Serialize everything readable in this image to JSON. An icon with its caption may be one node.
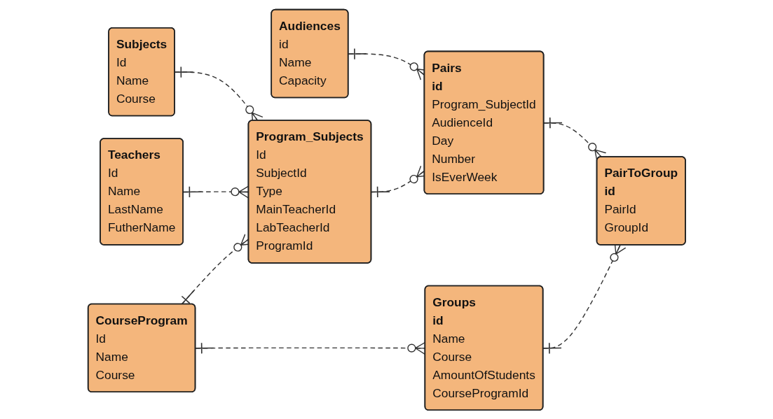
{
  "diagram": {
    "nodes": [
      {
        "text": [
          "Audiences",
          "id",
          "Name",
          "Capacity"
        ]
      },
      {
        "text": [
          "Pairs",
          "id",
          "Program_SubjectId",
          "AudienceId",
          "Day",
          "Number",
          "IsEverWeek"
        ]
      },
      {
        "text": [
          "PairToGroup",
          "id",
          "PairId",
          "GroupId"
        ]
      },
      {
        "text": [
          "Groups",
          "id",
          "Name",
          "Course",
          "AmountOfStudents",
          "CourseProgramId"
        ]
      },
      {
        "text": [
          "Subjects",
          "Id",
          "Name",
          "Course"
        ]
      },
      {
        "text": [
          "Program_Subjects",
          "Id",
          "SubjectId",
          "Type",
          "MainTeacherId",
          "LabTeacherId",
          "ProgramId"
        ]
      },
      {
        "text": [
          "CourseProgram",
          "Id",
          "Name",
          "Course"
        ]
      },
      {
        "text": [
          "Teachers",
          "Id",
          "Name",
          "LastName",
          "FutherName"
        ]
      }
    ],
    "edges": [
      {
        "from": 0,
        "to": 1,
        "arrow": "other",
        "style": "dashed"
      },
      {
        "from": 1,
        "to": 2,
        "arrow": "other",
        "style": "dashed"
      },
      {
        "from": 3,
        "to": 2,
        "arrow": "other",
        "style": "dashed"
      },
      {
        "from": 5,
        "to": 1,
        "arrow": "other",
        "style": "dashed"
      },
      {
        "from": 4,
        "to": 5,
        "arrow": "other",
        "style": "dashed"
      },
      {
        "from": 7,
        "to": 5,
        "arrow": "other",
        "style": "dashed"
      },
      {
        "from": 6,
        "to": 5,
        "arrow": "other",
        "style": "dashed"
      },
      {
        "from": 6,
        "to": 3,
        "arrow": "other",
        "style": "dashed"
      }
    ]
  }
}
